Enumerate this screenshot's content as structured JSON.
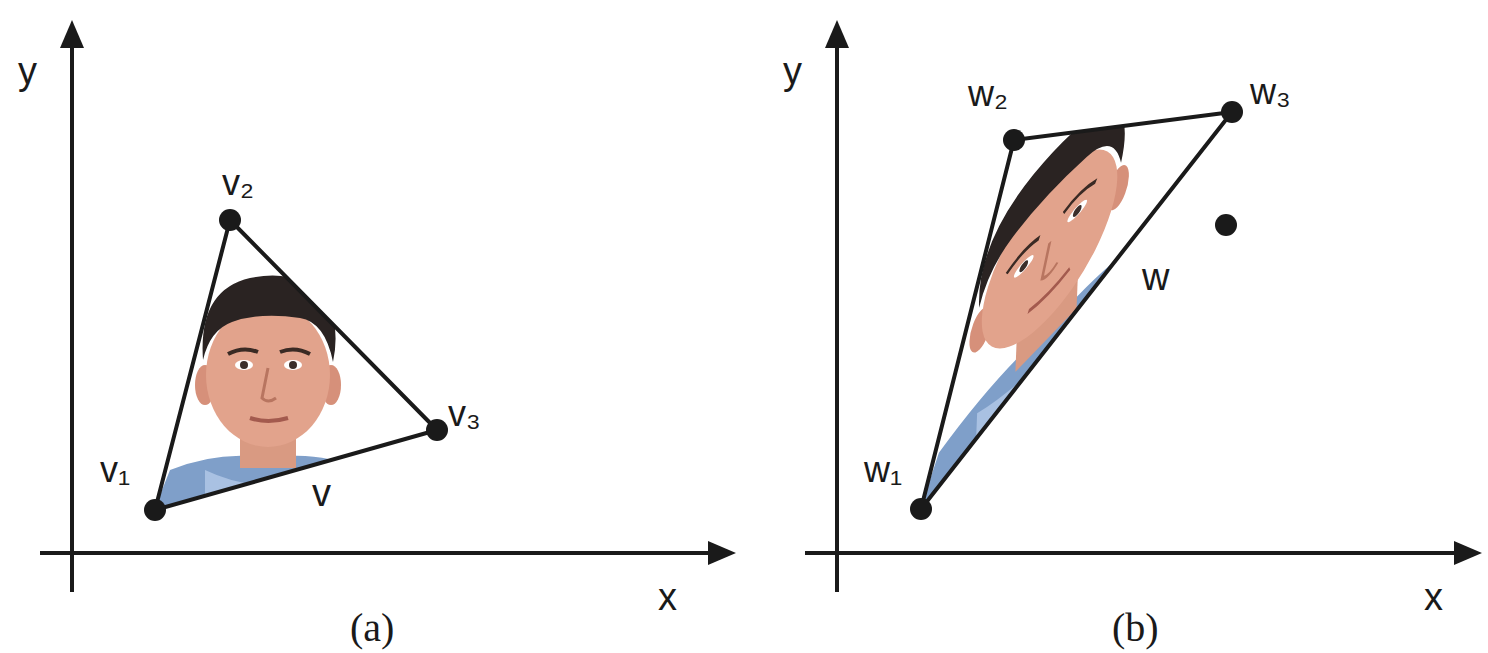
{
  "diagram": {
    "labels": [
      "y",
      "x",
      "v₂",
      "v₃",
      "v₁",
      "v",
      "(a)",
      "y",
      "x",
      "w₂",
      "w₃",
      "w",
      "w₁",
      "(b)"
    ]
  }
}
